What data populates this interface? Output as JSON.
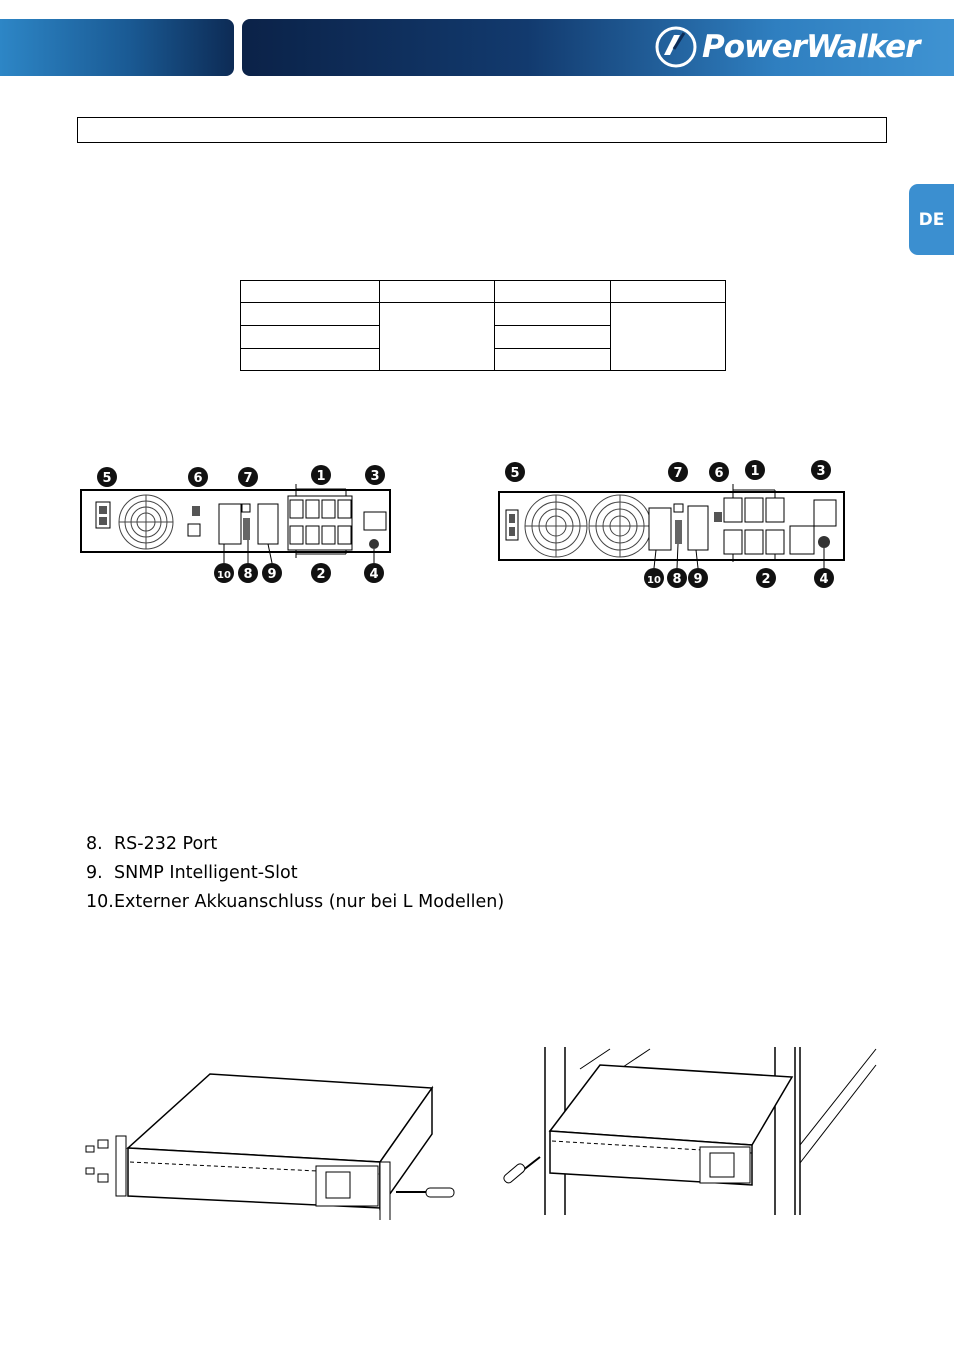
{
  "header": {
    "brand": "PowerWalker",
    "language_tab": "DE"
  },
  "back_panel_figures": {
    "left_callouts": {
      "top": [
        "5",
        "6",
        "7",
        "1",
        "3"
      ],
      "bottom": [
        "10",
        "8",
        "9",
        "2",
        "4"
      ]
    },
    "right_callouts": {
      "top": [
        "5",
        "7",
        "6",
        "1",
        "3"
      ],
      "bottom": [
        "10",
        "8",
        "9",
        "2",
        "4"
      ]
    }
  },
  "legend": {
    "items": [
      {
        "num": "8.",
        "text": "RS-232 Port"
      },
      {
        "num": "9.",
        "text": "SNMP Intelligent-Slot"
      },
      {
        "num": "10.",
        "text": "Externer Akkuanschluss (nur bei L Modellen)"
      }
    ]
  }
}
